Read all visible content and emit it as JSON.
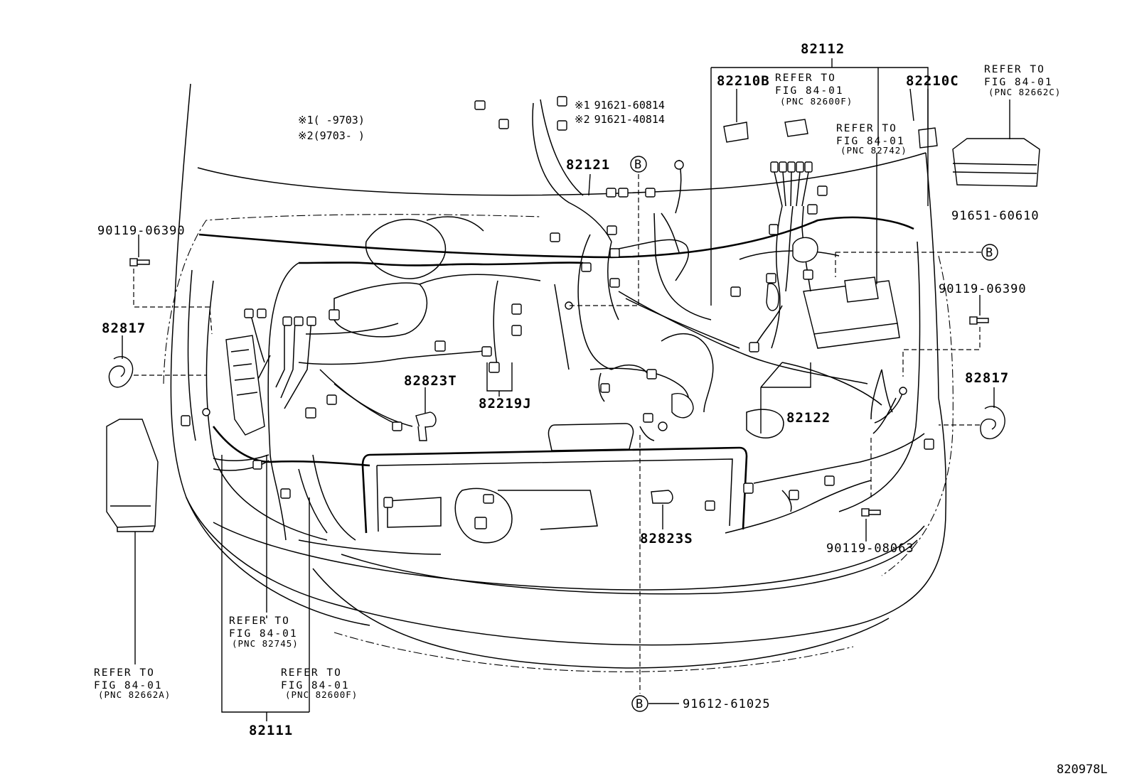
{
  "figure_id": "820978L",
  "notes": [
    {
      "mark": "※1",
      "text": "(      -9703)"
    },
    {
      "mark": "※2",
      "text": "(9703-      )"
    }
  ],
  "bolt_notes": [
    {
      "mark": "※1",
      "part": "91621-60814"
    },
    {
      "mark": "※2",
      "part": "91621-40814"
    }
  ],
  "parts": {
    "harness_main_top": "82112",
    "block_left": "82210B",
    "block_right": "82210C",
    "harness_engine": "82121",
    "harness_battery": "82122",
    "harness_front": "82111",
    "clamp_left": "82817",
    "clamp_right": "82817",
    "connector_t": "82823T",
    "connector_s": "82823S",
    "junction_j": "82219J",
    "bolt_left": "90119-06390",
    "bolt_right": "90119-06390",
    "bolt_bottom": "90119-08063",
    "bolt_b_top": "91651-60610",
    "bolt_b_bottom": "91612-61025"
  },
  "callout_marker": "B",
  "refer": {
    "line1": "REFER TO",
    "line2": "FIG 84-01",
    "top_center_pnc": "(PNC 82600F)",
    "top_right_pnc": "(PNC 82742)",
    "corner_pnc": "(PNC 82662C)",
    "mid_left_pnc": "(PNC 82745)",
    "bottom_left_pnc": "(PNC 82662A)",
    "bottom_mid_pnc": "(PNC 82600F)"
  }
}
